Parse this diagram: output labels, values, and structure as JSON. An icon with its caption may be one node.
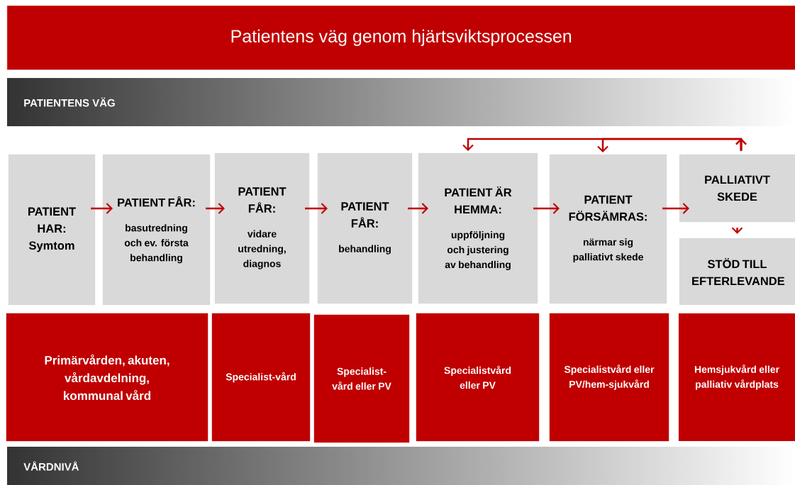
{
  "diagram": {
    "title": "Patientens väg genom hjärtsviktsprocessen",
    "nodes": [
      {
        "text": [
          "PATIENTENS VÄG"
        ]
      },
      {
        "text": [
          "PATIENT HAR: Symtom"
        ]
      },
      {
        "text": [
          "PATIENT FÅR:",
          "basutredning och ev. första behandling"
        ]
      },
      {
        "text": [
          "PATIENT FÅR:",
          "vidare utredning, diagnos"
        ]
      },
      {
        "text": [
          "PATIENT FÅR:",
          "behandling"
        ]
      },
      {
        "text": [
          "PATIENT ÄR HEMMA:",
          "uppföljning och justering av behandling"
        ]
      },
      {
        "text": [
          "PATIENT FÖRSÄMRAS:",
          "närmar sig palliativt skede"
        ]
      },
      {
        "text": [
          "PALLIATIVT SKEDE"
        ]
      },
      {
        "text": [
          "STÖD TILL EFTERLEVANDE"
        ]
      },
      {
        "text": [
          "Primärvården, akuten, vårdavdelning, kommunal vård"
        ]
      },
      {
        "text": [
          "Specialist-vård"
        ]
      },
      {
        "text": [
          "Specialist-vård eller PV"
        ]
      },
      {
        "text": [
          "Specialistvård eller PV"
        ]
      },
      {
        "text": [
          "Specialistvård eller PV/hem-sjukvård"
        ]
      },
      {
        "text": [
          "Hemsjukvård eller palliativ vårdplats"
        ]
      },
      {
        "text": [
          "VÅRDNIVÅ"
        ]
      }
    ],
    "edges": [
      {
        "from": 1,
        "to": 2,
        "arrow": "to"
      },
      {
        "from": 2,
        "to": 3,
        "arrow": "to"
      },
      {
        "from": 3,
        "to": 4,
        "arrow": "to"
      },
      {
        "from": 4,
        "to": 5,
        "arrow": "to"
      },
      {
        "from": 5,
        "to": 6,
        "arrow": "to"
      },
      {
        "from": 6,
        "to": 7,
        "arrow": "to"
      },
      {
        "from": 7,
        "to": 8,
        "arrow": "to"
      },
      {
        "from": 7,
        "to": 5,
        "arrow": "to"
      },
      {
        "from": 7,
        "to": 6,
        "arrow": "to"
      }
    ]
  }
}
